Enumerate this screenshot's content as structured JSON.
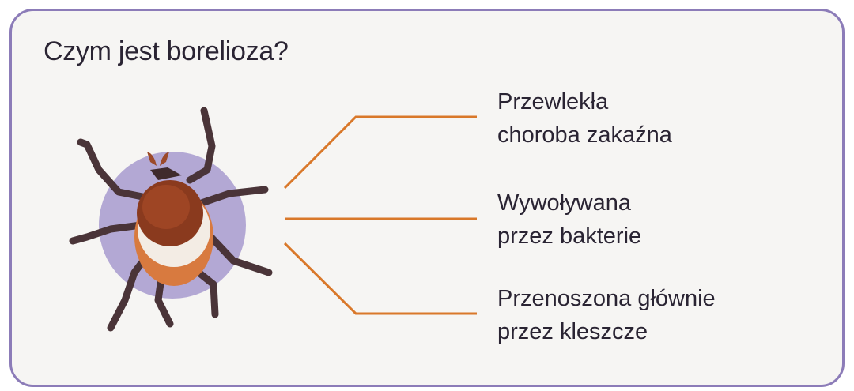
{
  "title": "Czym jest borelioza?",
  "items": [
    {
      "line1": "Przewlekła",
      "line2": "choroba zakaźna"
    },
    {
      "line1": "Wywoływana",
      "line2": "przez bakterie"
    },
    {
      "line1": "Przenoszona głównie",
      "line2": "przez kleszcze"
    }
  ],
  "colors": {
    "border": "#8c7cb8",
    "connector": "#d9782a",
    "circle": "#b3a8d4"
  },
  "illustration": "tick-icon"
}
